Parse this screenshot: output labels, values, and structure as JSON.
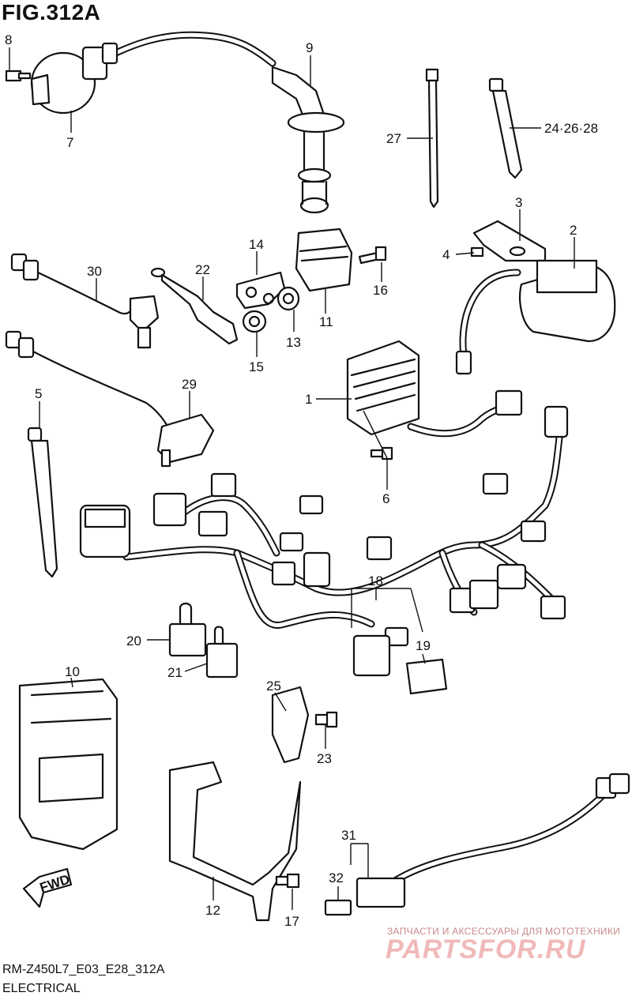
{
  "figure": {
    "title": "FIG.312A",
    "code": "RM-Z450L7_E03_E28_312A",
    "name": "ELECTRICAL"
  },
  "watermark": {
    "tagline": "ЗАПЧАСТИ И АКСЕССУАРЫ ДЛЯ МОТОТЕХНИКИ",
    "logo": "PARTSFOR.RU"
  },
  "fwd_label": "FWD",
  "parts": {
    "p1": "1",
    "p2": "2",
    "p3": "3",
    "p4": "4",
    "p5": "5",
    "p6": "6",
    "p7": "7",
    "p8": "8",
    "p9": "9",
    "p10": "10",
    "p11": "11",
    "p12": "12",
    "p13": "13",
    "p14": "14",
    "p15": "15",
    "p16": "16",
    "p17": "17",
    "p18": "18",
    "p19": "19",
    "p20": "20",
    "p21": "21",
    "p22": "22",
    "p23": "23",
    "p24": "24·26·28",
    "p25": "25",
    "p27": "27",
    "p29": "29",
    "p30": "30",
    "p31": "31",
    "p32": "32"
  }
}
